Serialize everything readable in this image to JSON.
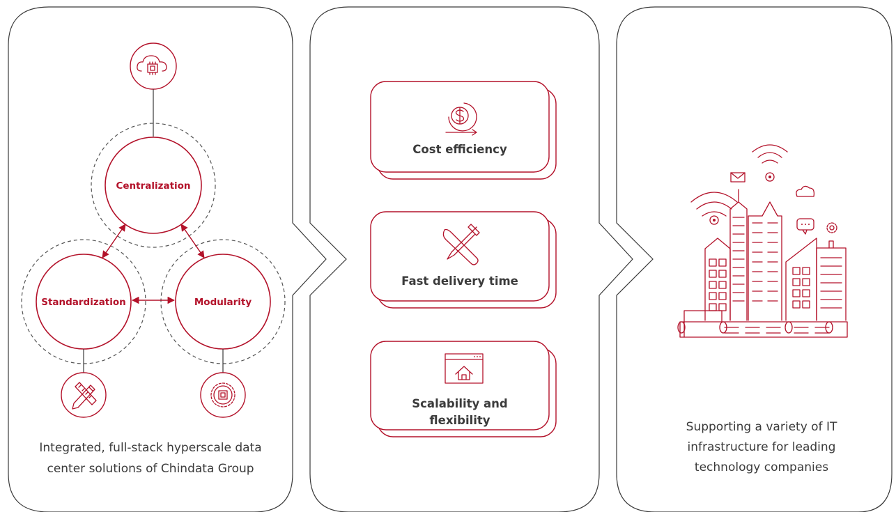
{
  "panel1": {
    "nodes": {
      "centralization": "Centralization",
      "standardization": "Standardization",
      "modularity": "Modularity"
    },
    "icons": [
      "cloud-chip-icon",
      "pencil-ruler-icon",
      "gear-chip-icon"
    ],
    "caption": [
      "Integrated, full-stack hyperscale data",
      "center solutions of Chindata Group"
    ]
  },
  "panel2": {
    "cards": [
      {
        "label": [
          "Cost efficiency"
        ],
        "icon": "dollar-cycle-icon"
      },
      {
        "label": [
          "Fast delivery time"
        ],
        "icon": "tools-icon"
      },
      {
        "label": [
          "Scalability and",
          "flexibility"
        ],
        "icon": "browser-home-icon"
      }
    ]
  },
  "panel3": {
    "icon": "smart-city-icon",
    "caption": [
      "Supporting a variety of IT",
      "infrastructure for leading",
      "technology companies"
    ]
  },
  "colors": {
    "accent": "#b3122a",
    "outline": "#3a3a3a",
    "text": "#3b3b3b"
  }
}
